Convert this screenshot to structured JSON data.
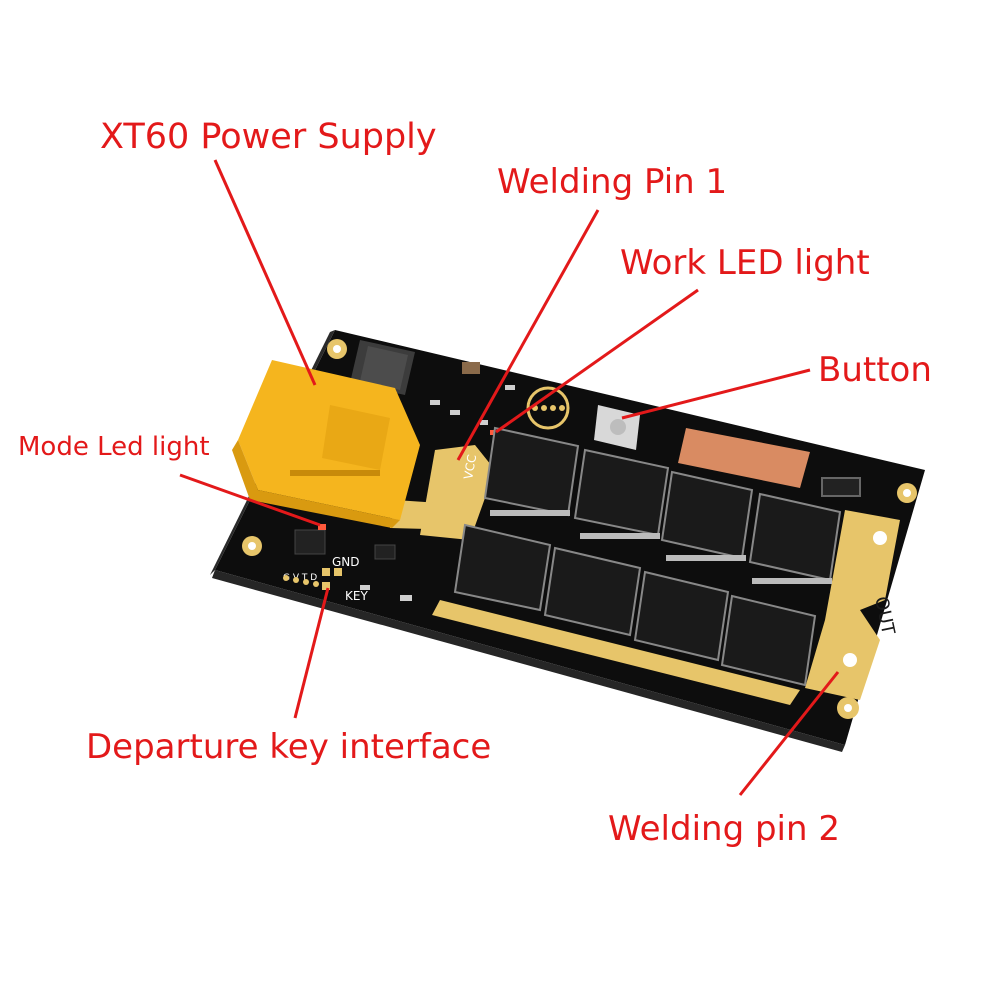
{
  "callouts": {
    "xt60_power_supply": "XT60 Power Supply",
    "welding_pin_1": "Welding Pin 1",
    "work_led_light": "Work LED light",
    "button": "Button",
    "mode_led_light": "Mode Led light",
    "departure_key_interface": "Departure key interface",
    "welding_pin_2": "Welding pin 2"
  },
  "board_silkscreen": {
    "vcc": "VCC",
    "gnd": "GND",
    "key": "KEY",
    "out": "OUT",
    "header_pins": "G V T D"
  },
  "colors": {
    "callout_text": "#e3191a",
    "callout_line": "#e3191a",
    "pcb": "#121212",
    "gold_pad": "#e7c56a",
    "connector": "#f5b51e",
    "copper_pad": "#d98b62"
  }
}
